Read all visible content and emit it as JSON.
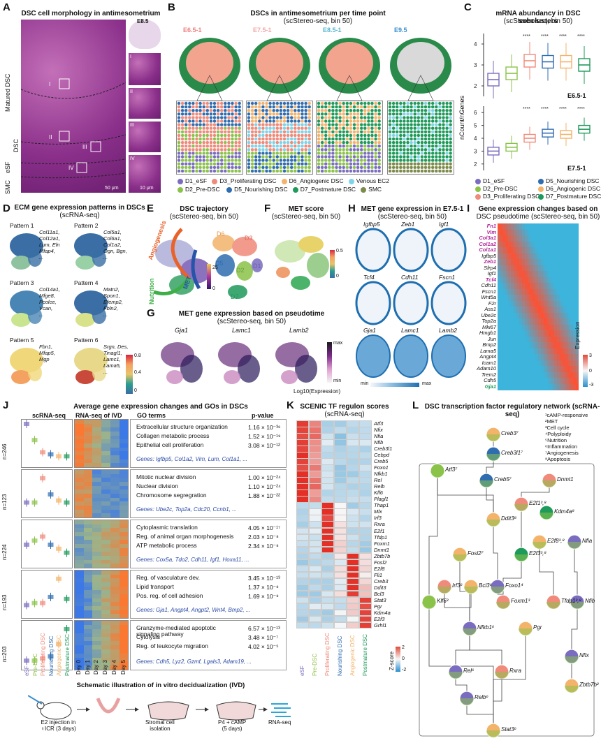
{
  "panels": {
    "A": {
      "letter": "A",
      "title": "DSC cell morphology in antimesometrium",
      "stage": "E8.5",
      "regions": [
        "Matured DSC",
        "eSF",
        "DSC",
        "SMC"
      ],
      "insets": [
        "I",
        "II",
        "III",
        "IV",
        "I",
        "II",
        "III",
        "IV"
      ],
      "scale1": "50 μm",
      "scale2": "10 μm"
    },
    "B": {
      "letter": "B",
      "title": "DSCs in antimesometrium per time point",
      "subtitle": "(scStereo-seq, bin 50)",
      "timepoints": [
        "E6.5-1",
        "E7.5-1",
        "E8.5-1",
        "E9.5"
      ],
      "tp_colors": [
        "#f08080",
        "#f4a6a6",
        "#55b5d0",
        "#3a8fd0"
      ],
      "legend": [
        {
          "label": "D1_eSF",
          "color": "#7a6dbf"
        },
        {
          "label": "D3_Proliferating DSC",
          "color": "#f08a7a"
        },
        {
          "label": "D6_Angiogenic DSC",
          "color": "#f3b36a"
        },
        {
          "label": "Venous EC2",
          "color": "#7fd4e8"
        },
        {
          "label": "D2_Pre-DSC",
          "color": "#8bc34a"
        },
        {
          "label": "D5_Nourishing DSC",
          "color": "#2f6db0"
        },
        {
          "label": "D7_Postmature DSC",
          "color": "#1e9a5a"
        },
        {
          "label": "SMC",
          "color": "#7d8b4a"
        }
      ]
    },
    "C": {
      "letter": "C",
      "title": "mRNA abundancy in DSC subclusters",
      "subtitle": "(scStereo-seq, bin 50)",
      "ylabel": "nCount/nGenes",
      "sub1": "E6.5-1",
      "sub2": "E7.5-1",
      "sig": "****",
      "yticks1": [
        "4",
        "3",
        "2"
      ],
      "yticks2": [
        "6",
        "5",
        "4",
        "3",
        "2"
      ],
      "legend": [
        {
          "label": "D1_eSF",
          "color": "#7a6dbf"
        },
        {
          "label": "D5_Nourishing DSC",
          "color": "#2f6db0"
        },
        {
          "label": "D2_Pre-DSC",
          "color": "#8bc34a"
        },
        {
          "label": "D6_Angiogenic DSC",
          "color": "#f3b36a"
        },
        {
          "label": "D3_Proliferating DSC",
          "color": "#f08a7a"
        },
        {
          "label": "D7_Postmature DSC",
          "color": "#1e9a5a"
        }
      ]
    },
    "D": {
      "letter": "D",
      "title": "ECM gene expression patterns in DSCs",
      "subtitle": "(scRNA-seq)",
      "patterns": [
        {
          "name": "Pattern 1",
          "genes": "Col11a1,\nCol12a1,\nLum, Eln\nMfap4,\n..."
        },
        {
          "name": "Pattern 2",
          "genes": "Col5a1,\nCol6a1,\nCol1a2,\nOgn, Bgn,\n..."
        },
        {
          "name": "Pattern 3",
          "genes": "Col14a1,\nMfge8,\nPcolce,\nVcan,\n..."
        },
        {
          "name": "Pattern 4",
          "genes": "Matn2,\nSpon1,\nEfemp2,\nFbln2,\n..."
        },
        {
          "name": "Pattern 5",
          "genes": "Fbn1,\nMfap5,\nMgp"
        },
        {
          "name": "Pattern 6",
          "genes": "Srgn, Des,\nTinagl1,\nLamc1,\nLama5,\n..."
        }
      ],
      "scale": [
        "0.8",
        "0.4",
        "0"
      ]
    },
    "E": {
      "letter": "E",
      "title": "DSC trajectory",
      "subtitle": "(scStereo-seq, bin 50)",
      "labels": [
        "Angiogenesis",
        "Nutrition",
        "MET",
        "D6",
        "D3",
        "D5",
        "D2",
        "D1",
        "D7"
      ],
      "scale": [
        "25",
        "0"
      ]
    },
    "F": {
      "letter": "F",
      "title": "MET score",
      "subtitle": "(scStereo-seq, bin 50)",
      "scale": [
        "0.5",
        "0"
      ]
    },
    "G": {
      "letter": "G",
      "title": "MET gene expression based on pseudotime",
      "subtitle": "(scStereo-seq, bin 50)",
      "genes": [
        "Gja1",
        "Lamc1",
        "Lamb2"
      ],
      "scale": [
        "max",
        "min"
      ],
      "scale_label": "Log10(Expression)"
    },
    "H": {
      "letter": "H",
      "title": "MET gene expression in E7.5-1",
      "subtitle": "(scStereo-seq, bin 50)",
      "genes": [
        "Igfbp5",
        "Zeb1",
        "Igf1",
        "Tcf4",
        "Cdh11",
        "Fscn1",
        "Gja1",
        "Lamc1",
        "Lamb2"
      ],
      "scale": [
        "min",
        "max"
      ]
    },
    "I": {
      "letter": "I",
      "title": "Gene expression changes based on",
      "subtitle": "DSC pseudotime (scStereo-seq, bin 50)",
      "genes": [
        "Fn1",
        "Vim",
        "Col3a1",
        "Col1a2",
        "Col1a1",
        "Igfbp5",
        "Zeb1",
        "Sfrp4",
        "Igf1",
        "Tcf4",
        "Cdh11",
        "Fscn1",
        "Wnt5a",
        "F2r",
        "Ass1",
        "Ube2c",
        "Top2a",
        "Mki67",
        "Hmgb1",
        "Jun",
        "Bmp2",
        "Lama5",
        "Angpt4",
        "Icam1",
        "Adam10",
        "Trem2",
        "Cdh5",
        "Gja1"
      ],
      "highlight": [
        "Fn1",
        "Vim",
        "Col3a1",
        "Col1a2",
        "Col1a1",
        "Zeb1",
        "Tcf4"
      ],
      "green": [
        "Gja1"
      ],
      "scale": [
        "3",
        "0",
        "-3"
      ],
      "scale_label": "Expression"
    },
    "J": {
      "letter": "J",
      "title": "Average gene expression changes and GOs in DSCs",
      "col1": "scRNA-seq",
      "col2": "RNA-seq of IVD",
      "col3": "GO terms",
      "col4": "p-value",
      "rows": [
        {
          "n": "n=246",
          "terms": [
            "Extracellular structure organization",
            "Collagen metabolic process",
            "Epithelial cell proliferation"
          ],
          "pvals": [
            "1.16 × 10⁻³⁶",
            "1.52 × 10⁻¹⁹",
            "3.08 × 10⁻¹²"
          ],
          "genes": "Genes: Igfbp5, Col1a2, Vim, Lum, Col1a1, ..."
        },
        {
          "n": "n=123",
          "terms": [
            "Mitotic nuclear division",
            "Nuclear division",
            "Chromosome segregration"
          ],
          "pvals": [
            "1.00 × 10⁻²⁴",
            "1.10 × 10⁻²⁴",
            "1.88 × 10⁻²²"
          ],
          "genes": "Genes: Ube2c, Top2a, Cdc20, Ccnb1, ..."
        },
        {
          "n": "n=224",
          "terms": [
            "Cytoplasmic translation",
            "Reg. of animal organ morphogenesis",
            "ATP metabolic process"
          ],
          "pvals": [
            "4.05 × 10⁻¹⁷",
            "2.03 × 10⁻⁸",
            "2.34 × 10⁻⁸"
          ],
          "genes": "Genes: Cox5a, Tdo2, Cdh11, Igf1, Hoxa11, ..."
        },
        {
          "n": "n=193",
          "terms": [
            "Reg. of vasculature dev.",
            "Lipid transport",
            "Pos. reg. of cell adhesion"
          ],
          "pvals": [
            "3.45 × 10⁻¹³",
            "1.37 × 10⁻⁸",
            "1.69 × 10⁻⁸"
          ],
          "genes": "Genes: Gja1, Angpt4, Angpt2, Wnt4, Bmp2, ..."
        },
        {
          "n": "n=203",
          "terms": [
            "Granzyme-mediated apoptotic\nsignaling pathway",
            "Cytolysis",
            "Reg. of leukocyte migration"
          ],
          "pvals": [
            "6.57 × 10⁻¹³",
            "3.48 × 10⁻⁷",
            "4.02 × 10⁻⁵"
          ],
          "genes": "Genes: Cdh5, Lyz2, Gzmf, Lgals3, Adam19, ..."
        }
      ],
      "xlabels": [
        "eSF",
        "Pre-DSC",
        "Proliferating DSC",
        "Nourishing DSC",
        "Angiogenic DSC",
        "Postmature DSC"
      ],
      "xcolors": [
        "#7a6dbf",
        "#8bc34a",
        "#f08a7a",
        "#2f6db0",
        "#f3b36a",
        "#1e9a5a"
      ],
      "days": [
        "Day 0",
        "Day 1",
        "Day 2",
        "Day 3",
        "Day 4",
        "Day 5"
      ],
      "schematic_title": "Schematic illustration of in vitro decidualization (IVD)",
      "steps": [
        "E2 injection in\n♀ICR (3 days)",
        "Stromal cell\nisolation",
        "P4 + cAMP\n(5 days)",
        "RNA-seq"
      ]
    },
    "K": {
      "letter": "K",
      "title": "SCENIC TF regulon scores",
      "subtitle": "(scRNA-seq)",
      "tfs": [
        "Atf3",
        "Nfix",
        "Nfia",
        "Nfib",
        "Creb3l1",
        "Cebpd",
        "Creb5",
        "Foxo1",
        "Nfkb1",
        "Rel",
        "Relb",
        "Klf6",
        "Plagl1",
        "Thap1",
        "Mlx",
        "Irf3",
        "Rxra",
        "E2f1",
        "Tfdp1",
        "Foxm1",
        "Dnmt1",
        "Zbtb7b",
        "Fosl2",
        "E2f8",
        "Fli1",
        "Creb3",
        "Ddit3",
        "Bcl3",
        "Stat3",
        "Pgr",
        "Kdm4a",
        "E2f3",
        "Grhl1"
      ],
      "cols": [
        "eSF",
        "Pre-DSC",
        "Proliferating DSC",
        "Nourishing DSC",
        "Angiogenic DSC",
        "Postmature DSC"
      ],
      "scale": [
        "2",
        "0",
        "-2"
      ],
      "scale_label": "Z-score"
    },
    "L": {
      "letter": "L",
      "title": "DSC transcription factor regulatory network (scRNA-seq)",
      "legend": [
        "¹cAMP-responsive",
        "²MET",
        "³Cell cycle",
        "⁴Polyploidy",
        "⁵Nutrition",
        "⁶Inflammation",
        "⁷Angiogenesis",
        "⁸Apoptosis"
      ],
      "nodes": [
        "Creb3⁷",
        "Creb3l1⁷",
        "Atf3⁷",
        "Creb5⁷",
        "Dnmt1",
        "E2f1³,⁸",
        "Ddit3⁸",
        "Kdm4a⁸",
        "E2f8³,⁸",
        "Nfia",
        "Fosl2⁷",
        "E2f3³,⁸",
        "Irf3⁶",
        "Bcl3⁶",
        "Foxo1⁴",
        "Klf6³",
        "Foxm1³",
        "Tfdp1³,⁸",
        "Nfib",
        "Nfkb1⁶",
        "Pgr",
        "Nfix",
        "Rel⁶",
        "Rxra",
        "Zbtb7b²",
        "Relb⁶",
        "Stat3⁶"
      ]
    }
  }
}
